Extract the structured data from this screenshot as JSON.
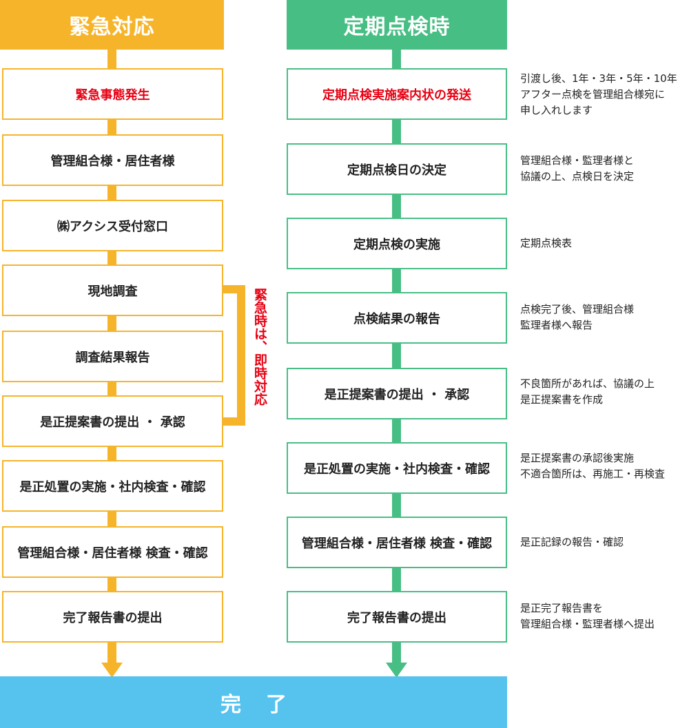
{
  "emergency": {
    "title": "緊急対応",
    "steps": [
      {
        "label": "緊急事態発生",
        "highlight": true
      },
      {
        "label": "管理組合様・居住者様"
      },
      {
        "label": "㈱アクシス受付窓口"
      },
      {
        "label": "現地調査"
      },
      {
        "label": "調査結果報告"
      },
      {
        "label": "是正提案書の提出 ・ 承認"
      },
      {
        "label": "是正処置の実施・社内検査・確認"
      },
      {
        "label": "管理組合様・居住者様 検査・確認"
      },
      {
        "label": "完了報告書の提出"
      }
    ],
    "shortcut_label": "緊急時は、即時対応"
  },
  "periodic": {
    "title": "定期点検時",
    "steps": [
      {
        "label": "定期点検実施案内状の発送",
        "highlight": true,
        "note": [
          "引渡し後、1年・3年・5年・10年",
          "アフター点検を管理組合様宛に",
          "申し入れします"
        ]
      },
      {
        "label": "定期点検日の決定",
        "note": [
          "管理組合様・監理者様と",
          "協議の上、点検日を決定"
        ]
      },
      {
        "label": "定期点検の実施",
        "note": [
          "定期点検表"
        ]
      },
      {
        "label": "点検結果の報告",
        "note": [
          "点検完了後、管理組合様",
          "監理者様へ報告"
        ]
      },
      {
        "label": "是正提案書の提出 ・ 承認",
        "note": [
          "不良箇所があれば、協議の上",
          "是正提案書を作成"
        ]
      },
      {
        "label": "是正処置の実施・社内検査・確認",
        "note": [
          "是正提案書の承認後実施",
          "不適合箇所は、再施工・再検査"
        ]
      },
      {
        "label": "管理組合様・居住者様 検査・確認",
        "note": [
          "是正記録の報告・確認"
        ]
      },
      {
        "label": "完了報告書の提出",
        "note": [
          "是正完了報告書を",
          "管理組合様・監理者様へ提出"
        ]
      }
    ]
  },
  "complete": {
    "label": "完了"
  },
  "colors": {
    "emergency": "#f6b42a",
    "periodic": "#47be84",
    "complete": "#56c2ee",
    "highlight_text": "#e60012"
  }
}
